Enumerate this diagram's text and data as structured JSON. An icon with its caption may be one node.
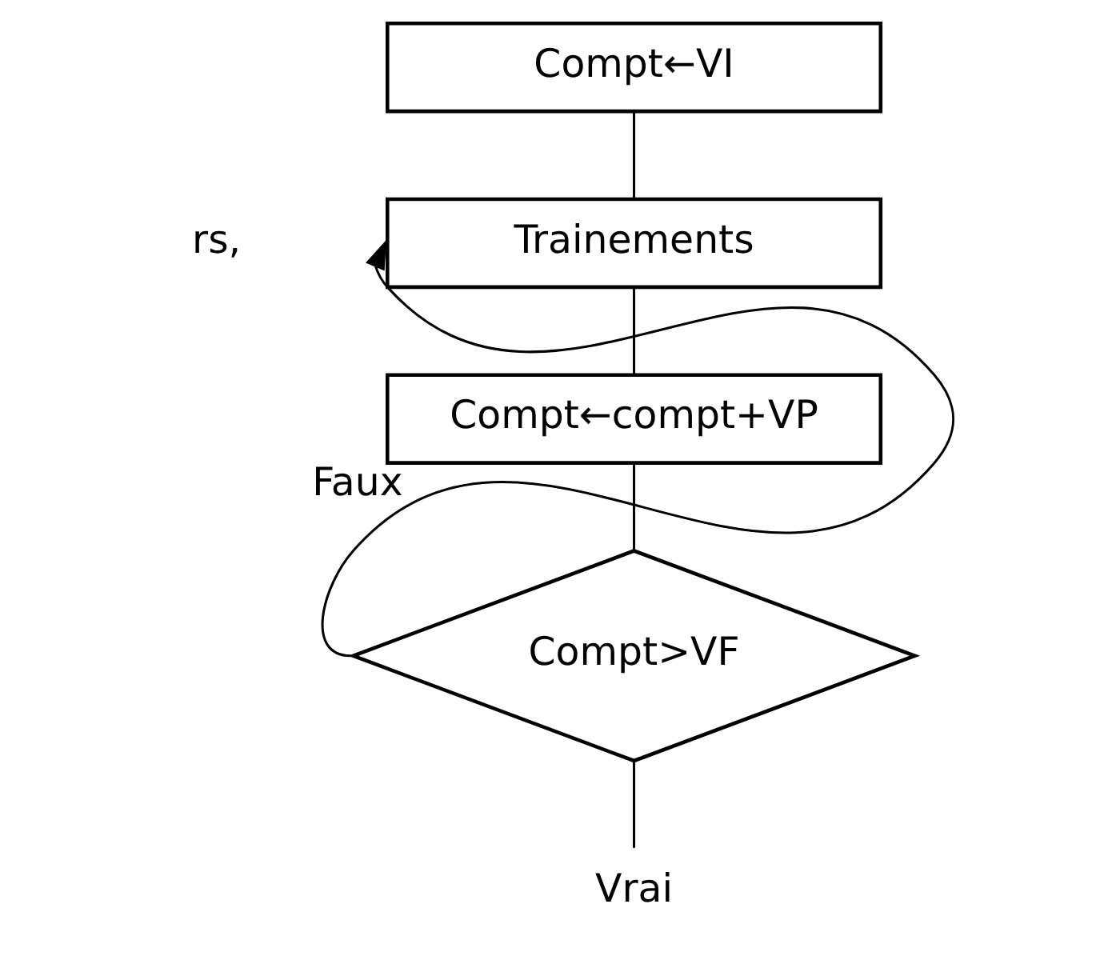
{
  "diagram": {
    "nodes": [
      {
        "text": [
          "Compt←VI"
        ]
      },
      {
        "text": [
          "Trainements"
        ]
      },
      {
        "text": [
          "Compt←compt+VP"
        ]
      },
      {
        "text": [
          "Compt>VF"
        ]
      },
      {
        "text": [
          "Vrai"
        ]
      }
    ],
    "edges": [
      {
        "from": 0,
        "to": 1,
        "arrow": "none"
      },
      {
        "from": 1,
        "to": 2,
        "arrow": "none"
      },
      {
        "from": 2,
        "to": 3,
        "arrow": "none"
      },
      {
        "from": 3,
        "to": 1,
        "arrow": "to",
        "label": "Faux"
      },
      {
        "from": 3,
        "to": 4,
        "arrow": "none"
      }
    ],
    "labels": [
      "rs,"
    ]
  }
}
